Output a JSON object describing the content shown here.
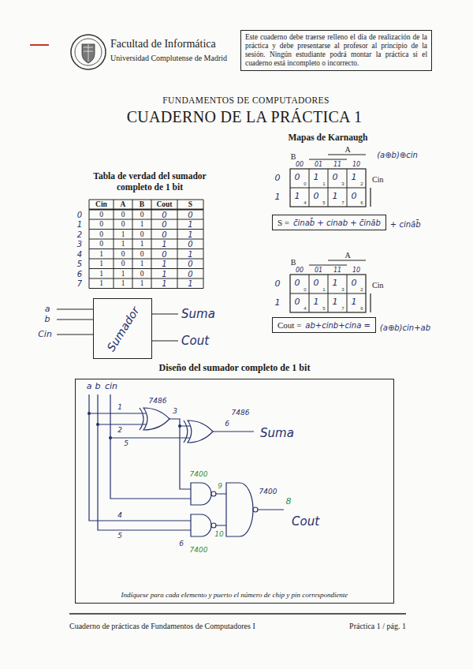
{
  "diagram": {
    "title": "CUADERNO DE LA PRÁCTICA 1",
    "nodes": [
      {
        "text": [
          "Este cuaderno debe traerse relleno el día de realización de la práctica y debe presentarse al profesor al principio de la sesión. Ningún estudiante podrá montar la práctica si el cuaderno está incompleto o incorrecto."
        ]
      },
      {
        "text": [
          "S =",
          "c̄inab̄ + cinab + c̄ināb"
        ]
      },
      {
        "text": [
          "Cout =",
          "ab+cinb+cina ="
        ]
      },
      {
        "text": [
          "Sumador"
        ]
      },
      {
        "text": [
          "Diseño del sumador completo de 1 bit",
          "Indíquese para cada elemento y puerto el número de chip y pin correspondiente"
        ]
      }
    ],
    "labels": [
      "Facultad de Informática",
      "Universidad Complutense de Madrid",
      "FUNDAMENTOS DE COMPUTADORES",
      "Tabla de verdad del sumador completo de 1 bit",
      "Cin",
      "A",
      "B",
      "Cout",
      "S",
      "0",
      "0",
      "0",
      "0",
      "0",
      "0",
      "0",
      "1",
      "0",
      "1",
      "0",
      "1",
      "0",
      "0",
      "1",
      "0",
      "1",
      "1",
      "1",
      "0",
      "1",
      "0",
      "0",
      "0",
      "1",
      "1",
      "0",
      "1",
      "1",
      "0",
      "1",
      "1",
      "0",
      "1",
      "0",
      "1",
      "1",
      "1",
      "1",
      "1",
      "0",
      "1",
      "2",
      "3",
      "4",
      "5",
      "6",
      "7",
      "Mapas de Karnaugh",
      "A",
      "B",
      "Cin",
      "00",
      "01",
      "11",
      "10",
      "0",
      "1",
      "0",
      "1",
      "3",
      "2",
      "4",
      "5",
      "7",
      "6",
      "0",
      "1",
      "0",
      "1",
      "1",
      "0",
      "1",
      "0",
      "(a⊕b)⊕cin",
      "+ cināb̄",
      "A",
      "B",
      "Cin",
      "00",
      "01",
      "11",
      "10",
      "0",
      "1",
      "0",
      "1",
      "3",
      "2",
      "4",
      "5",
      "7",
      "6",
      "0",
      "0",
      "1",
      "0",
      "0",
      "1",
      "1",
      "1",
      "(a⊕b)cin+ab",
      "a",
      "b",
      "Cin",
      "Suma",
      "Cout",
      "a",
      "b",
      "cin",
      "7486",
      "3",
      "7486",
      "6",
      "Suma",
      "1",
      "2",
      "5",
      "4",
      "5",
      "6",
      "7400",
      "7400",
      "7400",
      "8",
      "9",
      "10",
      "Cout",
      "Cuaderno de prácticas de Fundamentos de Computadores I",
      "Práctica 1 / pág. 1"
    ]
  }
}
